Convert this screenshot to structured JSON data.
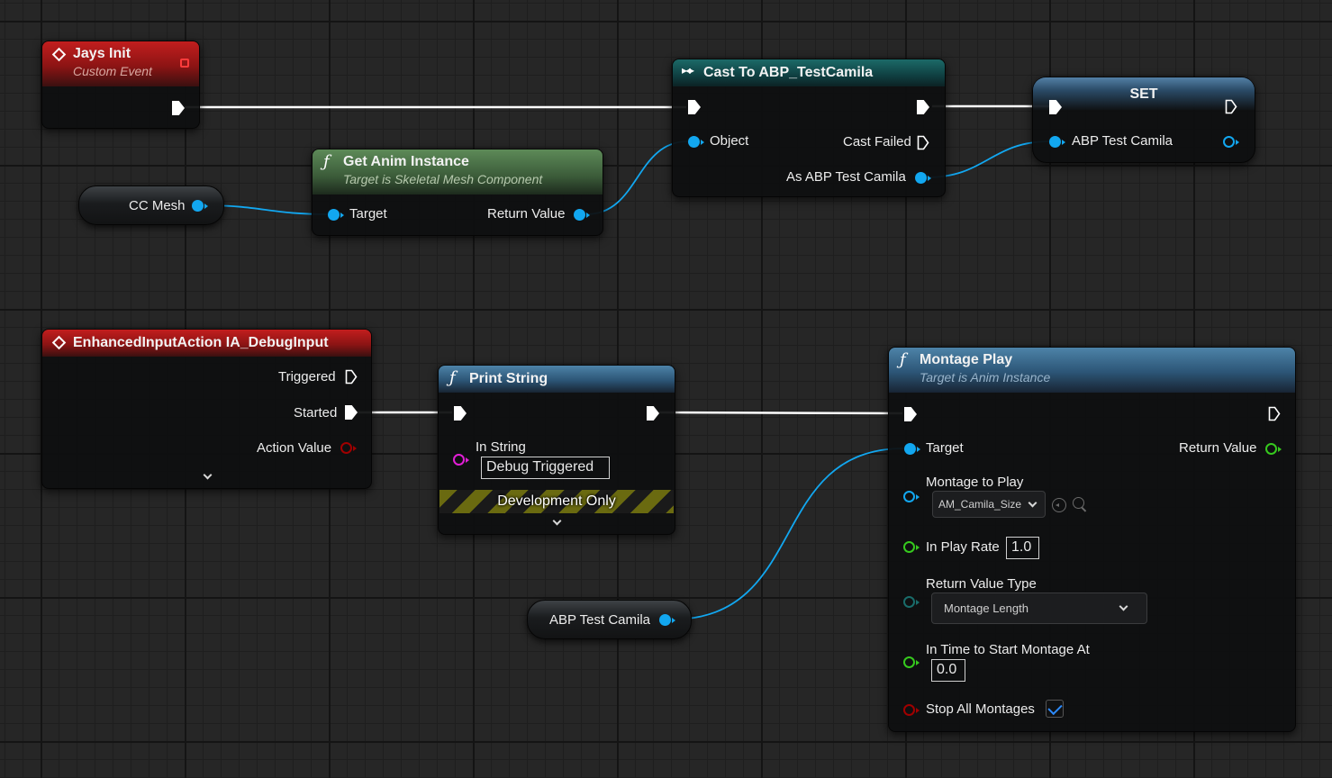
{
  "nodes": {
    "jays_init": {
      "title": "Jays Init",
      "subtitle": "Custom Event"
    },
    "get_anim_instance": {
      "title": "Get Anim Instance",
      "subtitle": "Target is Skeletal Mesh Component",
      "pins": {
        "target": "Target",
        "return_value": "Return Value"
      }
    },
    "cc_mesh": {
      "label": "CC Mesh"
    },
    "cast": {
      "title": "Cast To ABP_TestCamila",
      "pins": {
        "object": "Object",
        "cast_failed": "Cast Failed",
        "as_abp": "As ABP Test Camila"
      }
    },
    "set": {
      "title": "SET",
      "pins": {
        "abp_test_camila": "ABP Test Camila"
      }
    },
    "enhanced_input": {
      "title": "EnhancedInputAction IA_DebugInput",
      "pins": {
        "triggered": "Triggered",
        "started": "Started",
        "action_value": "Action Value"
      }
    },
    "print_string": {
      "title": "Print String",
      "pins": {
        "in_string": "In String"
      },
      "in_string_value": "Debug Triggered",
      "development_only": "Development Only"
    },
    "abp_var": {
      "label": "ABP Test Camila"
    },
    "montage_play": {
      "title": "Montage Play",
      "subtitle": "Target is Anim Instance",
      "pins": {
        "target": "Target",
        "return_value": "Return Value",
        "montage_to_play": "Montage to Play",
        "in_play_rate": "In Play Rate",
        "return_value_type": "Return Value Type",
        "in_time_to_start": "In Time to Start Montage At",
        "stop_all_montages": "Stop All Montages"
      },
      "montage_asset": "AM_Camila_Size",
      "play_rate_value": "1.0",
      "return_value_type_value": "Montage Length",
      "start_time_value": "0.0",
      "stop_all_montages_checked": true
    }
  },
  "colors": {
    "exec_wire": "#ffffff",
    "object_pin": "#12a7f0",
    "float_pin": "#36c91e",
    "string_pin": "#e21ed6",
    "struct_pin": "#a00000",
    "enum_pin": "#196c6a",
    "event_header": "#b01818",
    "cast_header": "#1c6a68",
    "pure_header": "#5d8a58",
    "function_header": "#4d83a8"
  }
}
